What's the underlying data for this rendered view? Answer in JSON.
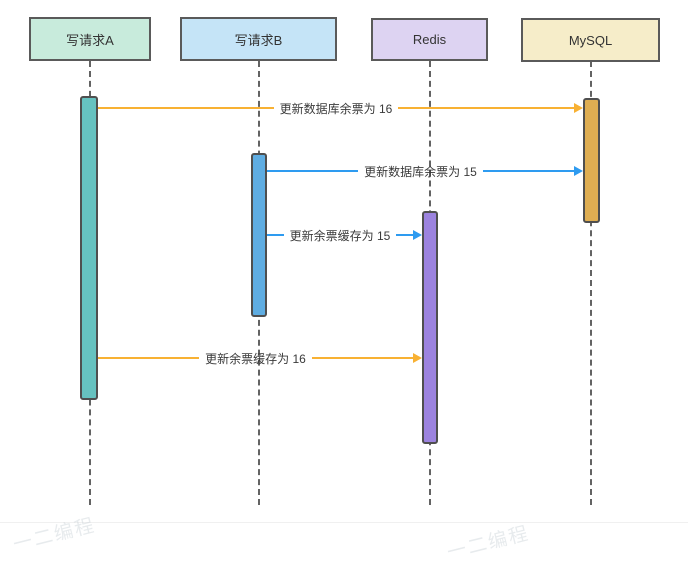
{
  "actors": [
    {
      "label": "写请求A",
      "header_bg": "#c8ebdc",
      "activation_color": "#66c2c0"
    },
    {
      "label": "写请求B",
      "header_bg": "#c5e4f7",
      "activation_color": "#5fade2"
    },
    {
      "label": "Redis",
      "header_bg": "#ddd3f2",
      "activation_color": "#9c83df"
    },
    {
      "label": "MySQL",
      "header_bg": "#f6edc9",
      "activation_color": "#dfae52"
    }
  ],
  "messages": [
    {
      "label": "更新数据库余票为 16",
      "from": "写请求A",
      "to": "MySQL",
      "color": "#f8b133"
    },
    {
      "label": "更新数据库余票为 15",
      "from": "写请求B",
      "to": "MySQL",
      "color": "#2e9bf0"
    },
    {
      "label": "更新余票缓存为 15",
      "from": "写请求B",
      "to": "Redis",
      "color": "#2e9bf0"
    },
    {
      "label": "更新余票缓存为 16",
      "from": "写请求A",
      "to": "Redis",
      "color": "#f8b133"
    }
  ],
  "watermark": {
    "text": "一二编程"
  },
  "line_colors": {
    "lifeline": "#636363",
    "border": "#4f4f4f"
  }
}
